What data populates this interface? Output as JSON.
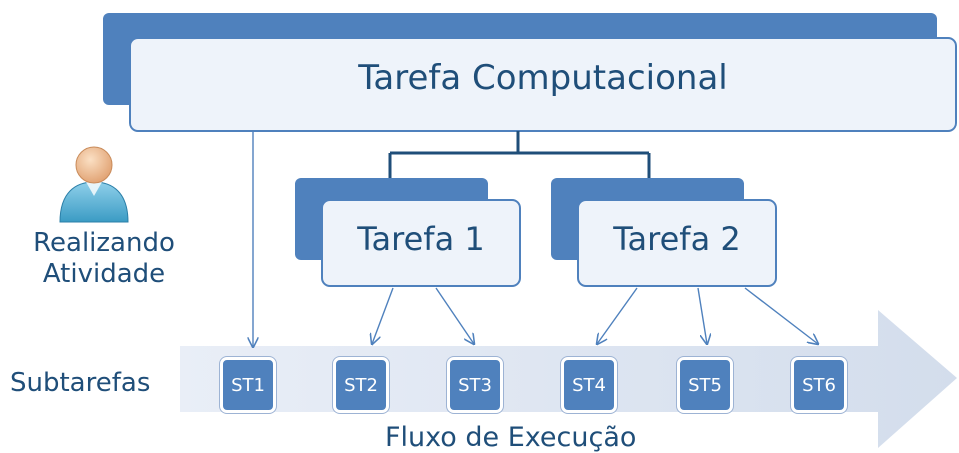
{
  "diagram": {
    "main_task": "Tarefa Computacional",
    "tasks": [
      "Tarefa 1",
      "Tarefa 2"
    ],
    "agent_label": "Realizando Atividade",
    "subtasks_label": "Subtarefas",
    "flow_label": "Fluxo de Execução",
    "subtasks": [
      "ST1",
      "ST2",
      "ST3",
      "ST4",
      "ST5",
      "ST6"
    ],
    "colors": {
      "dark_blue": "#4f81bd",
      "light_fill": "#eef3fa",
      "text": "#1f4e79",
      "arrow": "#dbe4f1"
    }
  }
}
